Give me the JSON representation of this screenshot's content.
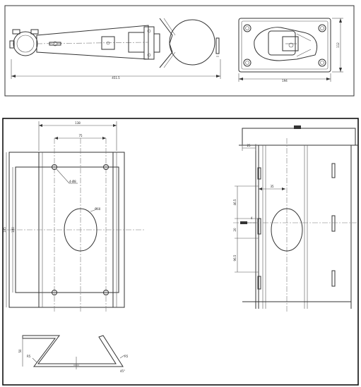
{
  "top_panel": {
    "side_view": {
      "overall_length": "451.5"
    },
    "end_view": {
      "width": "194",
      "height": "112"
    }
  },
  "bottom_panel": {
    "plate_front": {
      "width_outer": "138",
      "width_bolt": "75",
      "height_outer": "185",
      "height_inner": "180",
      "hole_label": "4-Ø8",
      "center_hole_label": "Ø60"
    },
    "plate_side": {
      "top_offset": "25",
      "mid_width": "35",
      "dim_upper": "46.5",
      "dim_center": "20",
      "dim_lower": "96.5",
      "dim_small": "4"
    },
    "bracket_profile": {
      "height": "50",
      "label_left": "R5",
      "label_right": "R5",
      "label_angle": "45°"
    }
  }
}
